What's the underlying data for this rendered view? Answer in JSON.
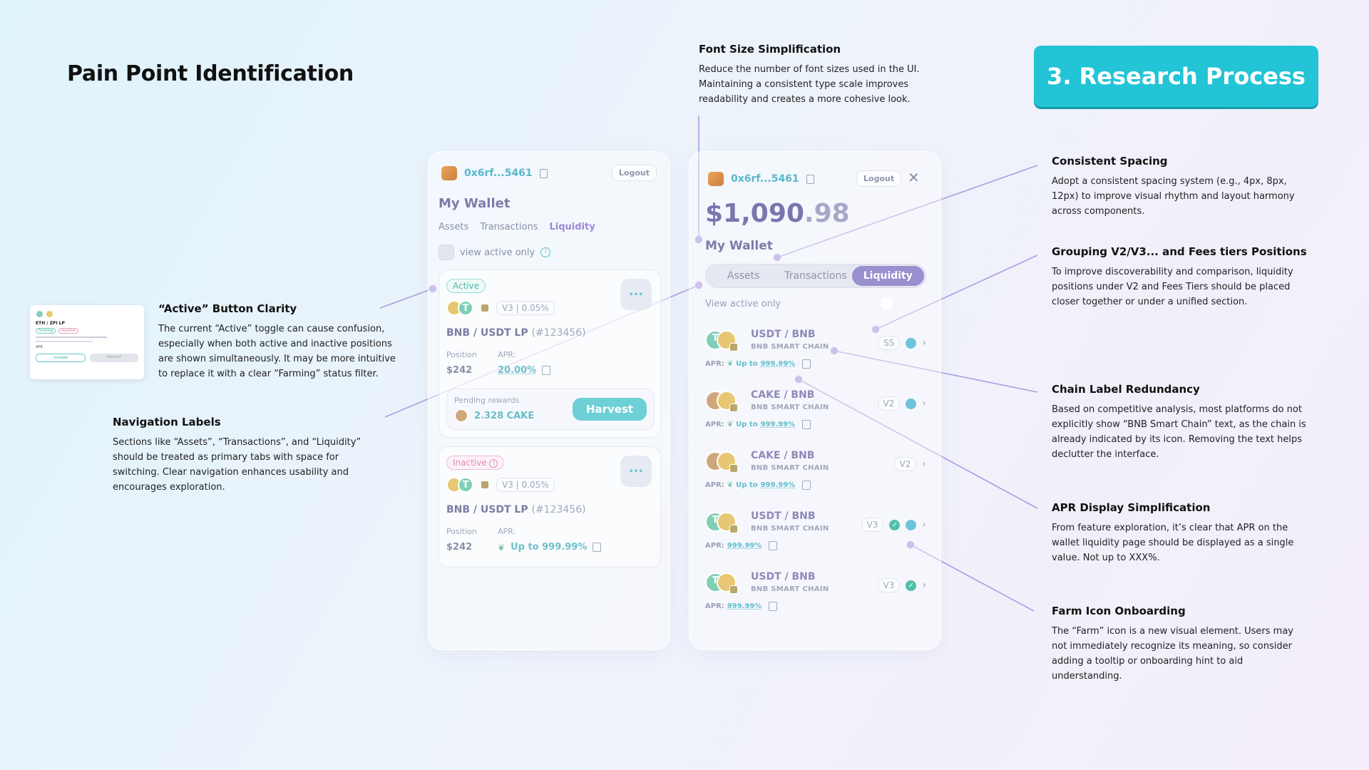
{
  "page": {
    "title": "Pain Point Identification",
    "section_badge": "3. Research Process"
  },
  "notes": {
    "font_size": {
      "title": "Font Size Simplification",
      "body": "Reduce the number of font sizes used in the UI. Maintaining a consistent type scale improves readability and creates a more cohesive look."
    },
    "consistent_spacing": {
      "title": "Consistent Spacing",
      "body": "Adopt a consistent spacing system (e.g., 4px, 8px, 12px) to improve visual rhythm and layout harmony across components."
    },
    "grouping": {
      "title": "Grouping V2/V3... and Fees tiers Positions",
      "body": "To improve discoverability and comparison, liquidity positions under V2 and Fees Tiers should be placed closer together or under a unified section."
    },
    "active_button": {
      "title": "“Active” Button Clarity",
      "body": "The current “Active” toggle can cause confusion, especially when both active and inactive positions are shown simultaneously. It may be more intuitive to replace it with a clear “Farming” status filter."
    },
    "navigation": {
      "title": "Navigation Labels",
      "body": "Sections like “Assets”, “Transactions”, and “Liquidity” should be treated as primary tabs with space for switching. Clear navigation enhances usability and encourages exploration."
    },
    "chain_label": {
      "title": "Chain Label Redundancy",
      "body": "Based on competitive analysis, most platforms do not explicitly show “BNB Smart Chain” text, as the chain is already indicated by its icon. Removing the text helps declutter the interface."
    },
    "apr_display": {
      "title": "APR Display Simplification",
      "body": "From feature exploration, it’s clear that APR on the wallet liquidity page should be displayed as a single value. Not up to XXX%."
    },
    "farm_icon": {
      "title": "Farm Icon Onboarding",
      "body": "The “Farm” icon is a new visual element. Users may not immediately recognize its meaning, so consider adding a tooltip or onboarding hint to aid understanding."
    }
  },
  "thumbnail": {
    "pair": "ETH / ZPI LP",
    "tags": [
      "Farming",
      "Inactive"
    ],
    "apr": "APR",
    "unstake": "Unstake",
    "harvest": "Harvest"
  },
  "old_wallet": {
    "address": "0x6rf...5461",
    "logout": "Logout",
    "title": "My Wallet",
    "tabs": [
      "Assets",
      "Transactions",
      "Liquidity"
    ],
    "active_tab": "Liquidity",
    "filter_label": "view active only",
    "positions": [
      {
        "status": "Active",
        "tier": "V3 | 0.05%",
        "pair": "BNB / USDT LP",
        "id": "(#123456)",
        "position_label": "Position",
        "position_value": "$242",
        "apr_label": "APR:",
        "apr_value": "20.00%",
        "pending_label": "Pending rewards",
        "pending_value": "2.328 CAKE",
        "harvest": "Harvest",
        "menu": "..."
      },
      {
        "status": "Inactive",
        "tier": "V3 | 0.05%",
        "pair": "BNB / USDT LP",
        "id": "(#123456)",
        "position_label": "Position",
        "position_value": "$242",
        "apr_label": "APR:",
        "apr_value": "Up to 999.99%",
        "menu": "..."
      }
    ]
  },
  "new_wallet": {
    "address": "0x6rf...5461",
    "logout": "Logout",
    "close": "✕",
    "balance_main": "$1,090",
    "balance_cents": ".98",
    "title": "My Wallet",
    "tabs": [
      "Assets",
      "Transactions",
      "Liquidity"
    ],
    "active_tab": "Liquidity",
    "filter_label": "View active only",
    "filter_on": true,
    "rows": [
      {
        "pair": "USDT / BNB",
        "chain": "BNB SMART CHAIN",
        "apr_label": "APR:",
        "apr_prefix": "Up to",
        "apr": "999.99%",
        "version": "SS",
        "farm": true,
        "check": false
      },
      {
        "pair": "CAKE / BNB",
        "chain": "BNB SMART CHAIN",
        "apr_label": "APR:",
        "apr_prefix": "Up to",
        "apr": "999.99%",
        "version": "V2",
        "farm": true,
        "check": false
      },
      {
        "pair": "CAKE / BNB",
        "chain": "BNB SMART CHAIN",
        "apr_label": "APR:",
        "apr_prefix": "Up to",
        "apr": "999.99%",
        "version": "V2",
        "farm": false,
        "check": false
      },
      {
        "pair": "USDT / BNB",
        "chain": "BNB SMART CHAIN",
        "apr_label": "APR:",
        "apr_prefix": "",
        "apr": "999.99%",
        "version": "V3",
        "farm": true,
        "check": true
      },
      {
        "pair": "USDT / BNB",
        "chain": "BNB SMART CHAIN",
        "apr_label": "APR:",
        "apr_prefix": "",
        "apr": "999.99%",
        "version": "V3",
        "farm": false,
        "check": true
      }
    ]
  },
  "colors": {
    "accent": "#22c4d6",
    "line": "#a896dc",
    "harvest": "#6cd0d6"
  }
}
